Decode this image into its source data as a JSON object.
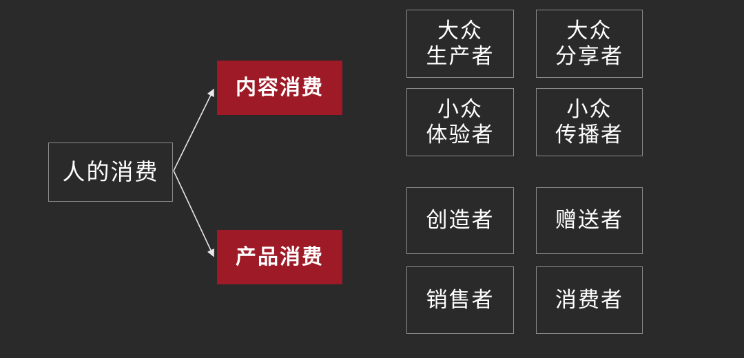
{
  "diagram": {
    "title": "人的消费",
    "background_color": "#2b2a2a",
    "accent_color": "#9d1a26",
    "border_color": "#8d8d8d",
    "text_color": "#ffffff",
    "root": {
      "label": "人的消费"
    },
    "branches": [
      {
        "label": "内容消费"
      },
      {
        "label": "产品消费"
      }
    ],
    "grid": {
      "upper_group": [
        {
          "label": "大众\n生产者"
        },
        {
          "label": "大众\n分享者"
        },
        {
          "label": "小众\n体验者"
        },
        {
          "label": "小众\n传播者"
        }
      ],
      "lower_group": [
        {
          "label": "创造者"
        },
        {
          "label": "赠送者"
        },
        {
          "label": "销售者"
        },
        {
          "label": "消费者"
        }
      ]
    },
    "connectors": [
      {
        "name": "root-to-content-consumption"
      },
      {
        "name": "root-to-product-consumption"
      }
    ]
  }
}
